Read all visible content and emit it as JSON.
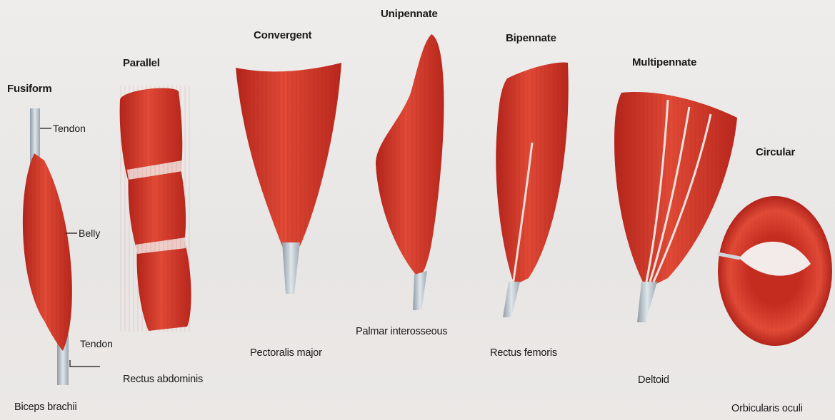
{
  "shapes": [
    {
      "id": "fusiform",
      "title": "Fusiform",
      "example": "Biceps brachii"
    },
    {
      "id": "parallel",
      "title": "Parallel",
      "example": "Rectus abdominis"
    },
    {
      "id": "convergent",
      "title": "Convergent",
      "example": "Pectoralis major"
    },
    {
      "id": "unipennate",
      "title": "Unipennate",
      "example": "Palmar interosseous"
    },
    {
      "id": "bipennate",
      "title": "Bipennate",
      "example": "Rectus femoris"
    },
    {
      "id": "multipennate",
      "title": "Multipennate",
      "example": "Deltoid"
    },
    {
      "id": "circular",
      "title": "Circular",
      "example": "Orbicularis oculi"
    }
  ],
  "parts": {
    "tendon_top": "Tendon",
    "belly": "Belly",
    "tendon_bottom": "Tendon"
  },
  "colors": {
    "muscle": "#d93a2b",
    "muscle_dark": "#a8201a",
    "tendon": "#b9c4cc",
    "background": "#ece9e7"
  }
}
